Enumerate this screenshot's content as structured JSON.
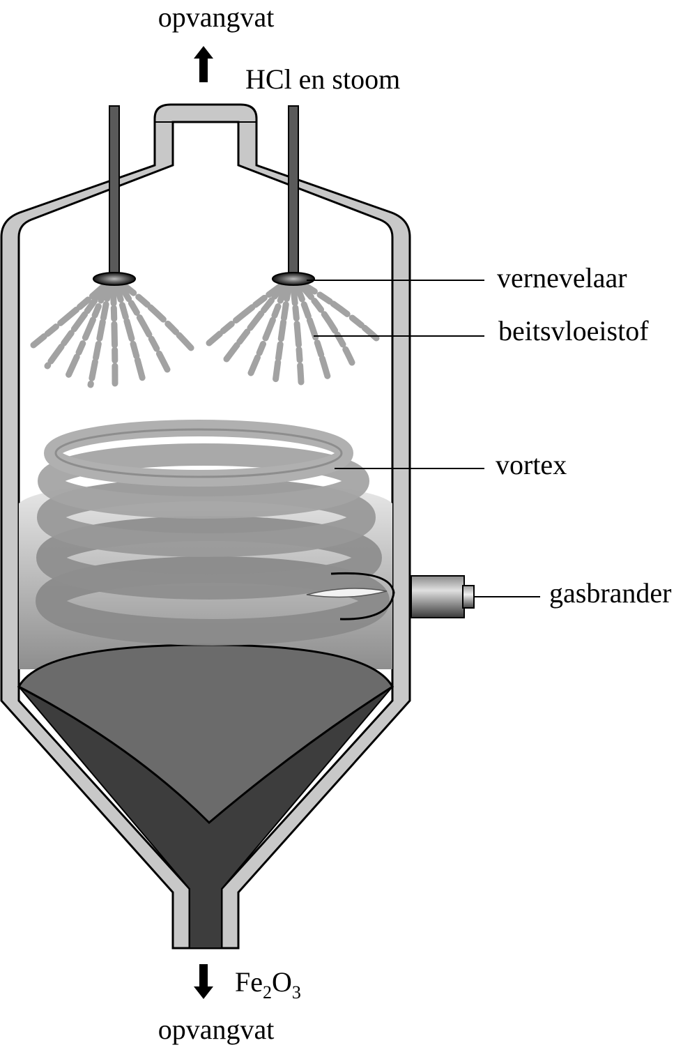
{
  "labels": {
    "top_outlet": "opvangvat",
    "top_product": "HCl en stoom",
    "nozzle": "vernevelaar",
    "liquid": "beitsvloeistof",
    "vortex": "vortex",
    "burner": "gasbrander",
    "bottom_product_main": "Fe",
    "bottom_product_sub1": "2",
    "bottom_product_mid": "O",
    "bottom_product_sub2": "3",
    "bottom_outlet": "opvangvat"
  }
}
